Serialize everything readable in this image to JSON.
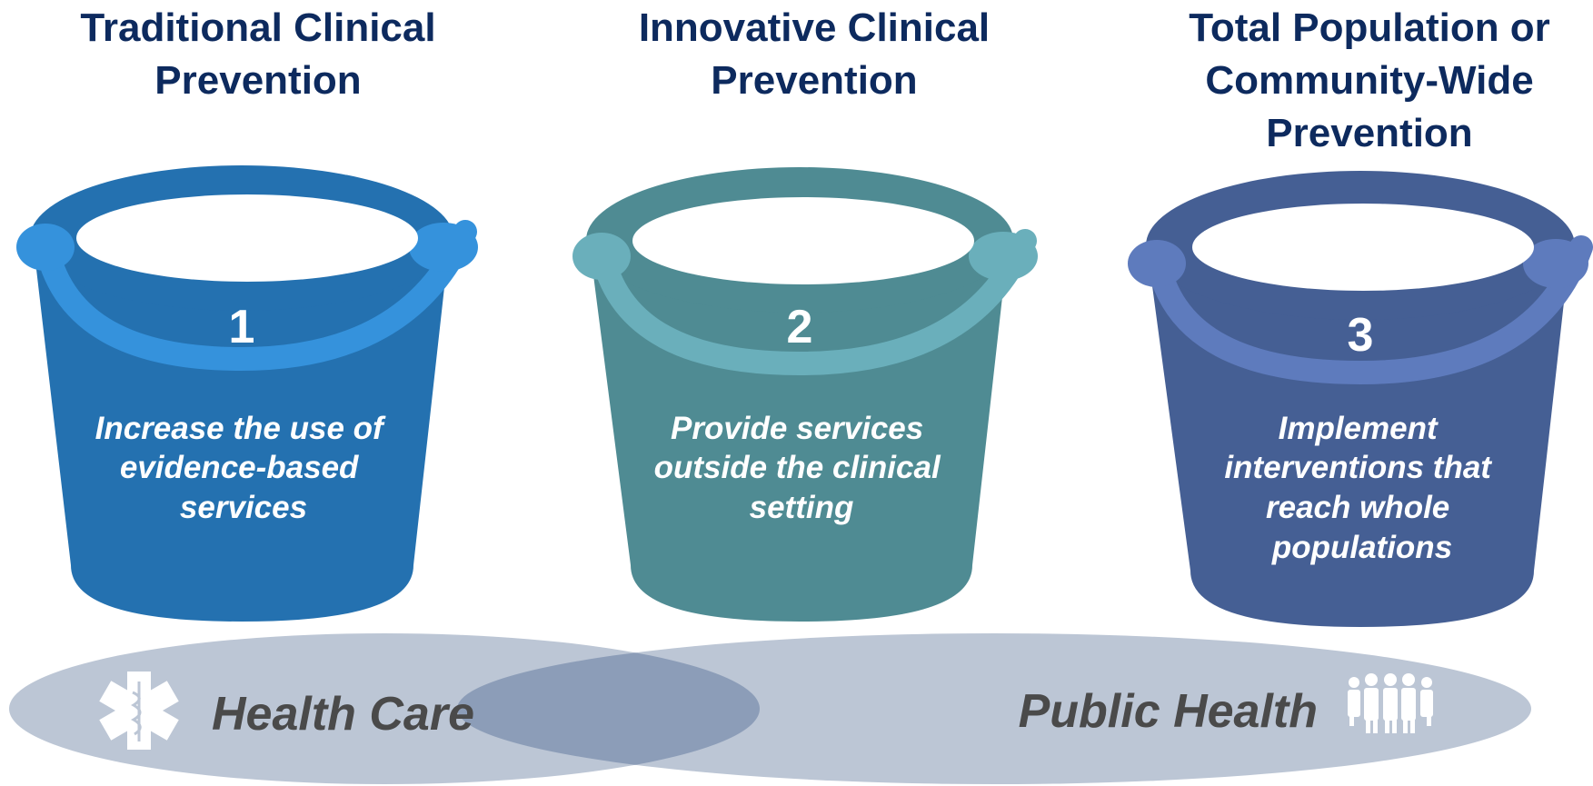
{
  "buckets": [
    {
      "title_lines": [
        "Traditional Clinical",
        "Prevention"
      ],
      "number": "1",
      "description_lines": [
        "Increase the use of",
        "evidence-based",
        "services"
      ],
      "colors": {
        "body": "#2471b0",
        "rim": "#2471b0",
        "handle": "#3592dc"
      }
    },
    {
      "title_lines": [
        "Innovative Clinical",
        "Prevention"
      ],
      "number": "2",
      "description_lines": [
        "Provide services",
        "outside the clinical",
        "setting"
      ],
      "colors": {
        "body": "#4f8b93",
        "rim": "#4f8b93",
        "handle": "#6aafbb"
      }
    },
    {
      "title_lines": [
        "Total Population or",
        "Community-Wide",
        "Prevention"
      ],
      "number": "3",
      "description_lines": [
        "Implement",
        "interventions that",
        "reach whole",
        "populations"
      ],
      "colors": {
        "body": "#455f94",
        "rim": "#455f94",
        "handle": "#5e7bbd"
      }
    }
  ],
  "sectors": {
    "left": {
      "label": "Health Care",
      "icon": "star-of-life-icon"
    },
    "right": {
      "label": "Public Health",
      "icon": "people-group-icon"
    }
  },
  "colors": {
    "title": "#0d2a5e",
    "ellipse": "#bcc6d5",
    "overlap": "#8c9db8",
    "sector_text": "#4a4a4a"
  }
}
